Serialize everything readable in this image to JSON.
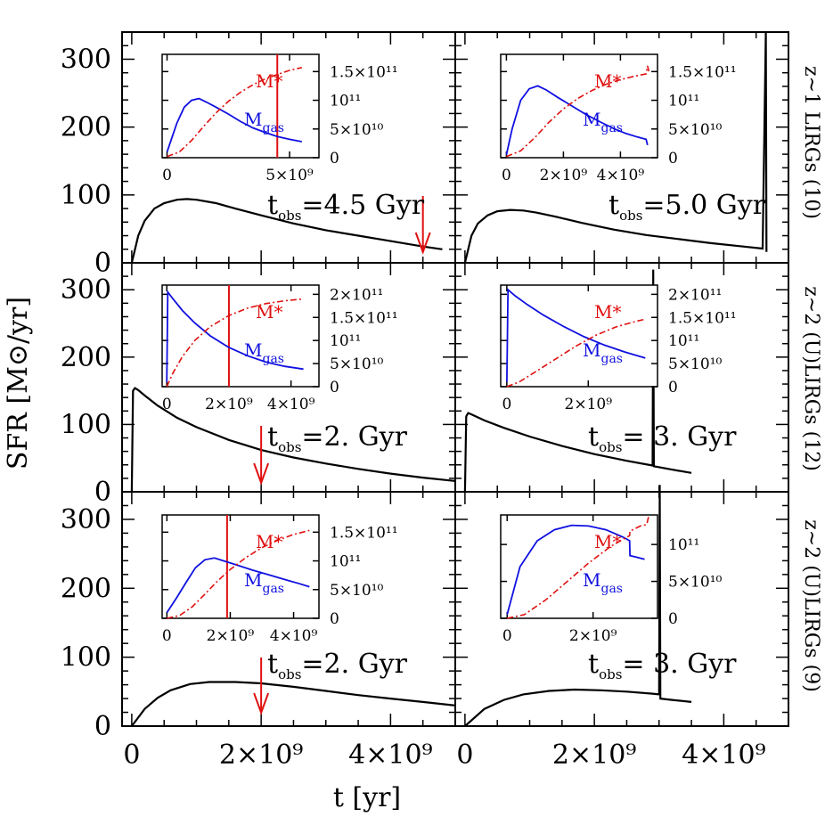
{
  "x_label": "t [yr]",
  "y_label": "SFR [M⊙/yr]",
  "x_tick_labels": [
    "0",
    "2×10⁹",
    "4×10⁹"
  ],
  "y_tick_labels": [
    "0",
    "100",
    "200",
    "300"
  ],
  "row_labels": [
    "z~1 LIRGs (10)",
    "z~2 (U)LIRGs (12)",
    "z~2 (U)LIRGs (9)"
  ],
  "legend_mstar": "M*",
  "legend_mgas": "M",
  "legend_mgas_sub": "gas",
  "colors": {
    "sfr": "#000000",
    "mgas": "#1010e0",
    "mstar": "#e01010",
    "tobs": "#e01010"
  },
  "chart_data": [
    {
      "type": "line",
      "panel": "row1-left",
      "tobs_label": "=4.5 Gyr",
      "tobs_marker": "arrow",
      "tobs_value_yr": 4500000000.0,
      "xlim": [
        -150000000.0,
        5000000000.0
      ],
      "ylim": [
        0,
        340
      ],
      "sfr": {
        "x": [
          0,
          100000000.0,
          200000000.0,
          350000000.0,
          500000000.0,
          700000000.0,
          850000000.0,
          1000000000.0,
          1300000000.0,
          1600000000.0,
          2000000000.0,
          2500000000.0,
          3000000000.0,
          3500000000.0,
          4000000000.0,
          4500000000.0,
          4800000000.0
        ],
        "y": [
          0,
          40,
          62,
          80,
          88,
          93,
          94,
          93,
          88,
          80,
          70,
          58,
          48,
          40,
          32,
          24,
          20
        ]
      },
      "inset": {
        "x_tick_labels": [
          "0",
          "5×10⁹"
        ],
        "x_ticks": [
          0,
          5000000000.0
        ],
        "xlim": [
          -200000000.0,
          6200000000.0
        ],
        "ylim": [
          0,
          180000000000.0
        ],
        "y_tick_labels": [
          "0",
          "5×10¹⁰",
          "10¹¹",
          "1.5×10¹¹"
        ],
        "y_ticks": [
          0,
          50000000000.0,
          100000000000.0,
          150000000000.0
        ],
        "vline": 4500000000.0,
        "mgas": {
          "x": [
            0,
            200000000.0,
            400000000.0,
            700000000.0,
            1000000000.0,
            1300000000.0,
            1600000000.0,
            2000000000.0,
            2500000000.0,
            3000000000.0,
            3500000000.0,
            4000000000.0,
            4500000000.0,
            5000000000.0,
            5500000000.0
          ],
          "y": [
            10000000000.0,
            35000000000.0,
            60000000000.0,
            88000000000.0,
            100000000000.0,
            103000000000.0,
            97000000000.0,
            88000000000.0,
            76000000000.0,
            63000000000.0,
            52000000000.0,
            44000000000.0,
            37000000000.0,
            32000000000.0,
            28000000000.0
          ]
        },
        "mstar": {
          "x": [
            0,
            500000000.0,
            1000000000.0,
            1500000000.0,
            2000000000.0,
            2500000000.0,
            3000000000.0,
            3500000000.0,
            4000000000.0,
            4500000000.0,
            5000000000.0,
            5500000000.0
          ],
          "y": [
            2000000000.0,
            10000000000.0,
            30000000000.0,
            55000000000.0,
            78000000000.0,
            98000000000.0,
            114000000000.0,
            127000000000.0,
            137000000000.0,
            145000000000.0,
            152000000000.0,
            157000000000.0
          ]
        }
      }
    },
    {
      "type": "line",
      "panel": "row1-right",
      "tobs_label": "=5.0 Gyr",
      "tobs_marker": "line",
      "tobs_value_yr": 5000000000.0,
      "xlim": [
        -150000000.0,
        5000000000.0
      ],
      "ylim": [
        0,
        340
      ],
      "sfr": {
        "x": [
          0,
          100000000.0,
          200000000.0,
          350000000.0,
          500000000.0,
          700000000.0,
          900000000.0,
          1100000000.0,
          1400000000.0,
          1800000000.0,
          2300000000.0,
          2800000000.0,
          3300000000.0,
          3800000000.0,
          4300000000.0,
          4600000000.0,
          4650000000.0,
          4660000000.0
        ],
        "y": [
          0,
          40,
          58,
          70,
          76,
          78,
          77,
          74,
          68,
          59,
          49,
          41,
          35,
          29,
          24,
          21,
          340,
          16
        ]
      },
      "inset": {
        "x_tick_labels": [
          "0",
          "2×10⁹",
          "4×10⁹"
        ],
        "x_ticks": [
          0,
          2000000000.0,
          4000000000.0
        ],
        "xlim": [
          -200000000.0,
          5300000000.0
        ],
        "ylim": [
          0,
          180000000000.0
        ],
        "y_tick_labels": [
          "0",
          "5×10¹⁰",
          "10¹¹",
          "1.5×10¹¹"
        ],
        "y_ticks": [
          0,
          50000000000.0,
          100000000000.0,
          150000000000.0
        ],
        "vline": null,
        "mgas": {
          "x": [
            0,
            200000000.0,
            500000000.0,
            800000000.0,
            1100000000.0,
            1400000000.0,
            1800000000.0,
            2300000000.0,
            2800000000.0,
            3300000000.0,
            3800000000.0,
            4200000000.0,
            4600000000.0,
            4900000000.0,
            4950000000.0
          ],
          "y": [
            5000000000.0,
            50000000000.0,
            100000000000.0,
            120000000000.0,
            125000000000.0,
            118000000000.0,
            105000000000.0,
            90000000000.0,
            75000000000.0,
            62000000000.0,
            50000000000.0,
            42000000000.0,
            36000000000.0,
            32000000000.0,
            22000000000.0
          ]
        },
        "mstar": {
          "x": [
            0,
            500000000.0,
            1000000000.0,
            1500000000.0,
            2000000000.0,
            2500000000.0,
            3000000000.0,
            3500000000.0,
            4000000000.0,
            4500000000.0,
            4900000000.0,
            4950000000.0,
            5000000000.0
          ],
          "y": [
            2000000000.0,
            12000000000.0,
            35000000000.0,
            62000000000.0,
            85000000000.0,
            103000000000.0,
            117000000000.0,
            128000000000.0,
            136000000000.0,
            142000000000.0,
            146000000000.0,
            160000000000.0,
            150000000000.0
          ]
        }
      }
    },
    {
      "type": "line",
      "panel": "row2-left",
      "tobs_label": "=2. Gyr",
      "tobs_marker": "arrow",
      "tobs_value_yr": 2000000000.0,
      "xlim": [
        -150000000.0,
        5000000000.0
      ],
      "ylim": [
        0,
        340
      ],
      "sfr": {
        "x": [
          0,
          20000000.0,
          50000000.0,
          100000000.0,
          200000000.0,
          400000000.0,
          700000000.0,
          1000000000.0,
          1500000000.0,
          2000000000.0,
          2500000000.0,
          3000000000.0,
          3500000000.0,
          4000000000.0,
          4500000000.0,
          5000000000.0
        ],
        "y": [
          0,
          150,
          154,
          151,
          143,
          128,
          110,
          96,
          77,
          62,
          51,
          42,
          34,
          27,
          21,
          16
        ]
      },
      "inset": {
        "x_tick_labels": [
          "0",
          "2×10⁹",
          "4×10⁹"
        ],
        "x_ticks": [
          0,
          2000000000.0,
          4000000000.0
        ],
        "xlim": [
          -150000000.0,
          4900000000.0
        ],
        "ylim": [
          0,
          220000000000.0
        ],
        "y_tick_labels": [
          "0",
          "5×10¹⁰",
          "10¹¹",
          "1.5×10¹¹",
          "2×10¹¹"
        ],
        "y_ticks": [
          0,
          50000000000.0,
          100000000000.0,
          150000000000.0,
          200000000000.0
        ],
        "vline": 2000000000.0,
        "mgas": {
          "x": [
            0,
            30000000.0,
            200000000.0,
            500000000.0,
            900000000.0,
            1400000000.0,
            2000000000.0,
            2600000000.0,
            3200000000.0,
            3800000000.0,
            4400000000.0
          ],
          "y": [
            10000000000.0,
            205000000000.0,
            190000000000.0,
            165000000000.0,
            138000000000.0,
            110000000000.0,
            85000000000.0,
            67000000000.0,
            53000000000.0,
            44000000000.0,
            38000000000.0
          ]
        },
        "mstar": {
          "x": [
            0,
            200000000.0,
            500000000.0,
            900000000.0,
            1400000000.0,
            2000000000.0,
            2600000000.0,
            3200000000.0,
            3800000000.0,
            4400000000.0
          ],
          "y": [
            0,
            30000000000.0,
            65000000000.0,
            100000000000.0,
            130000000000.0,
            154000000000.0,
            170000000000.0,
            180000000000.0,
            186000000000.0,
            190000000000.0
          ]
        }
      }
    },
    {
      "type": "line",
      "panel": "row2-right",
      "tobs_label": "= 3. Gyr",
      "tobs_marker": "line",
      "tobs_value_yr": 3000000000.0,
      "xlim": [
        -150000000.0,
        5000000000.0
      ],
      "ylim": [
        0,
        340
      ],
      "sfr": {
        "x": [
          0,
          20000000.0,
          50000000.0,
          100000000.0,
          300000000.0,
          600000000.0,
          1000000000.0,
          1500000000.0,
          2000000000.0,
          2500000000.0,
          2900000000.0,
          2910000000.0,
          2920000000.0,
          3200000000.0,
          3500000000.0
        ],
        "y": [
          0,
          112,
          117,
          115,
          106,
          95,
          82,
          68,
          56,
          46,
          39,
          330,
          38,
          33,
          28
        ]
      },
      "inset": {
        "x_tick_labels": [
          "0",
          "2×10⁹"
        ],
        "x_ticks": [
          0,
          2000000000.0
        ],
        "xlim": [
          -150000000.0,
          3700000000.0
        ],
        "ylim": [
          0,
          220000000000.0
        ],
        "y_tick_labels": [
          "0",
          "5×10¹⁰",
          "10¹¹",
          "1.5×10¹¹",
          "2×10¹¹"
        ],
        "y_ticks": [
          0,
          50000000000.0,
          100000000000.0,
          150000000000.0,
          200000000000.0
        ],
        "vline": null,
        "mgas": {
          "x": [
            0,
            30000000.0,
            200000000.0,
            500000000.0,
            900000000.0,
            1400000000.0,
            1900000000.0,
            2400000000.0,
            2900000000.0,
            3400000000.0
          ],
          "y": [
            10000000000.0,
            210000000000.0,
            197000000000.0,
            178000000000.0,
            155000000000.0,
            130000000000.0,
            108000000000.0,
            90000000000.0,
            75000000000.0,
            62000000000.0
          ]
        },
        "mstar": {
          "x": [
            0,
            300000000.0,
            700000000.0,
            1200000000.0,
            1700000000.0,
            2200000000.0,
            2700000000.0,
            3200000000.0,
            3400000000.0
          ],
          "y": [
            0,
            10000000000.0,
            32000000000.0,
            60000000000.0,
            88000000000.0,
            112000000000.0,
            130000000000.0,
            142000000000.0,
            146000000000.0
          ]
        }
      }
    },
    {
      "type": "line",
      "panel": "row3-left",
      "tobs_label": "=2. Gyr",
      "tobs_marker": "arrow",
      "tobs_value_yr": 2000000000.0,
      "xlim": [
        -150000000.0,
        5000000000.0
      ],
      "ylim": [
        0,
        340
      ],
      "sfr": {
        "x": [
          0,
          200000000.0,
          400000000.0,
          600000000.0,
          900000000.0,
          1200000000.0,
          1600000000.0,
          2000000000.0,
          2500000000.0,
          3000000000.0,
          3500000000.0,
          4000000000.0,
          4500000000.0,
          5000000000.0
        ],
        "y": [
          0,
          25,
          41,
          52,
          61,
          64,
          64,
          62,
          57,
          51,
          45,
          40,
          35,
          30
        ]
      },
      "inset": {
        "x_tick_labels": [
          "0",
          "2×10⁹",
          "4×10⁹"
        ],
        "x_ticks": [
          0,
          2000000000.0,
          4000000000.0
        ],
        "xlim": [
          -150000000.0,
          4800000000.0
        ],
        "ylim": [
          0,
          180000000000.0
        ],
        "y_tick_labels": [
          "0",
          "5×10¹⁰",
          "10¹¹",
          "1.5×10¹¹"
        ],
        "y_ticks": [
          0,
          50000000000.0,
          100000000000.0,
          150000000000.0
        ],
        "vline": 1900000000.0,
        "mgas": {
          "x": [
            0,
            300000000.0,
            600000000.0,
            900000000.0,
            1200000000.0,
            1500000000.0,
            1800000000.0,
            2200000000.0,
            2700000000.0,
            3200000000.0,
            3700000000.0,
            4200000000.0,
            4500000000.0
          ],
          "y": [
            10000000000.0,
            35000000000.0,
            62000000000.0,
            88000000000.0,
            102000000000.0,
            105000000000.0,
            100000000000.0,
            93000000000.0,
            84000000000.0,
            76000000000.0,
            68000000000.0,
            60000000000.0,
            55000000000.0
          ]
        },
        "mstar": {
          "x": [
            0,
            400000000.0,
            800000000.0,
            1200000000.0,
            1600000000.0,
            2000000000.0,
            2500000000.0,
            3000000000.0,
            3500000000.0,
            4000000000.0,
            4500000000.0
          ],
          "y": [
            0,
            5000000000.0,
            20000000000.0,
            42000000000.0,
            65000000000.0,
            85000000000.0,
            106000000000.0,
            123000000000.0,
            136000000000.0,
            146000000000.0,
            153000000000.0
          ]
        }
      }
    },
    {
      "type": "line",
      "panel": "row3-right",
      "tobs_label": "= 3. Gyr",
      "tobs_marker": "line",
      "tobs_value_yr": 3000000000.0,
      "xlim": [
        -150000000.0,
        5000000000.0
      ],
      "ylim": [
        0,
        340
      ],
      "sfr": {
        "x": [
          0,
          300000000.0,
          600000000.0,
          900000000.0,
          1300000000.0,
          1700000000.0,
          2100000000.0,
          2500000000.0,
          2900000000.0,
          3000000000.0,
          3010000000.0,
          3020000000.0,
          3200000000.0,
          3500000000.0
        ],
        "y": [
          0,
          25,
          38,
          46,
          51,
          53,
          52,
          50,
          47,
          46,
          350,
          40,
          38,
          35
        ]
      },
      "inset": {
        "x_tick_labels": [
          "0",
          "2×10⁹"
        ],
        "x_ticks": [
          0,
          2000000000.0
        ],
        "xlim": [
          -150000000.0,
          3500000000.0
        ],
        "ylim": [
          0,
          140000000000.0
        ],
        "y_tick_labels": [
          "0",
          "5×10¹⁰",
          "10¹¹"
        ],
        "y_ticks": [
          0,
          50000000000.0,
          100000000000.0
        ],
        "vline": null,
        "mgas": {
          "x": [
            0,
            300000000.0,
            700000000.0,
            1100000000.0,
            1500000000.0,
            1900000000.0,
            2300000000.0,
            2700000000.0,
            2850000000.0,
            2860000000.0,
            3000000000.0,
            3200000000.0
          ],
          "y": [
            5000000000.0,
            70000000000.0,
            105000000000.0,
            120000000000.0,
            126000000000.0,
            125000000000.0,
            120000000000.0,
            110000000000.0,
            105000000000.0,
            85000000000.0,
            83000000000.0,
            80000000000.0
          ]
        },
        "mstar": {
          "x": [
            0,
            400000000.0,
            900000000.0,
            1400000000.0,
            1900000000.0,
            2400000000.0,
            2850000000.0,
            2860000000.0,
            3100000000.0,
            3250000000.0,
            3300000000.0
          ],
          "y": [
            0,
            5000000000.0,
            25000000000.0,
            50000000000.0,
            75000000000.0,
            97000000000.0,
            112000000000.0,
            118000000000.0,
            125000000000.0,
            127000000000.0,
            140000000000.0
          ]
        }
      }
    }
  ]
}
